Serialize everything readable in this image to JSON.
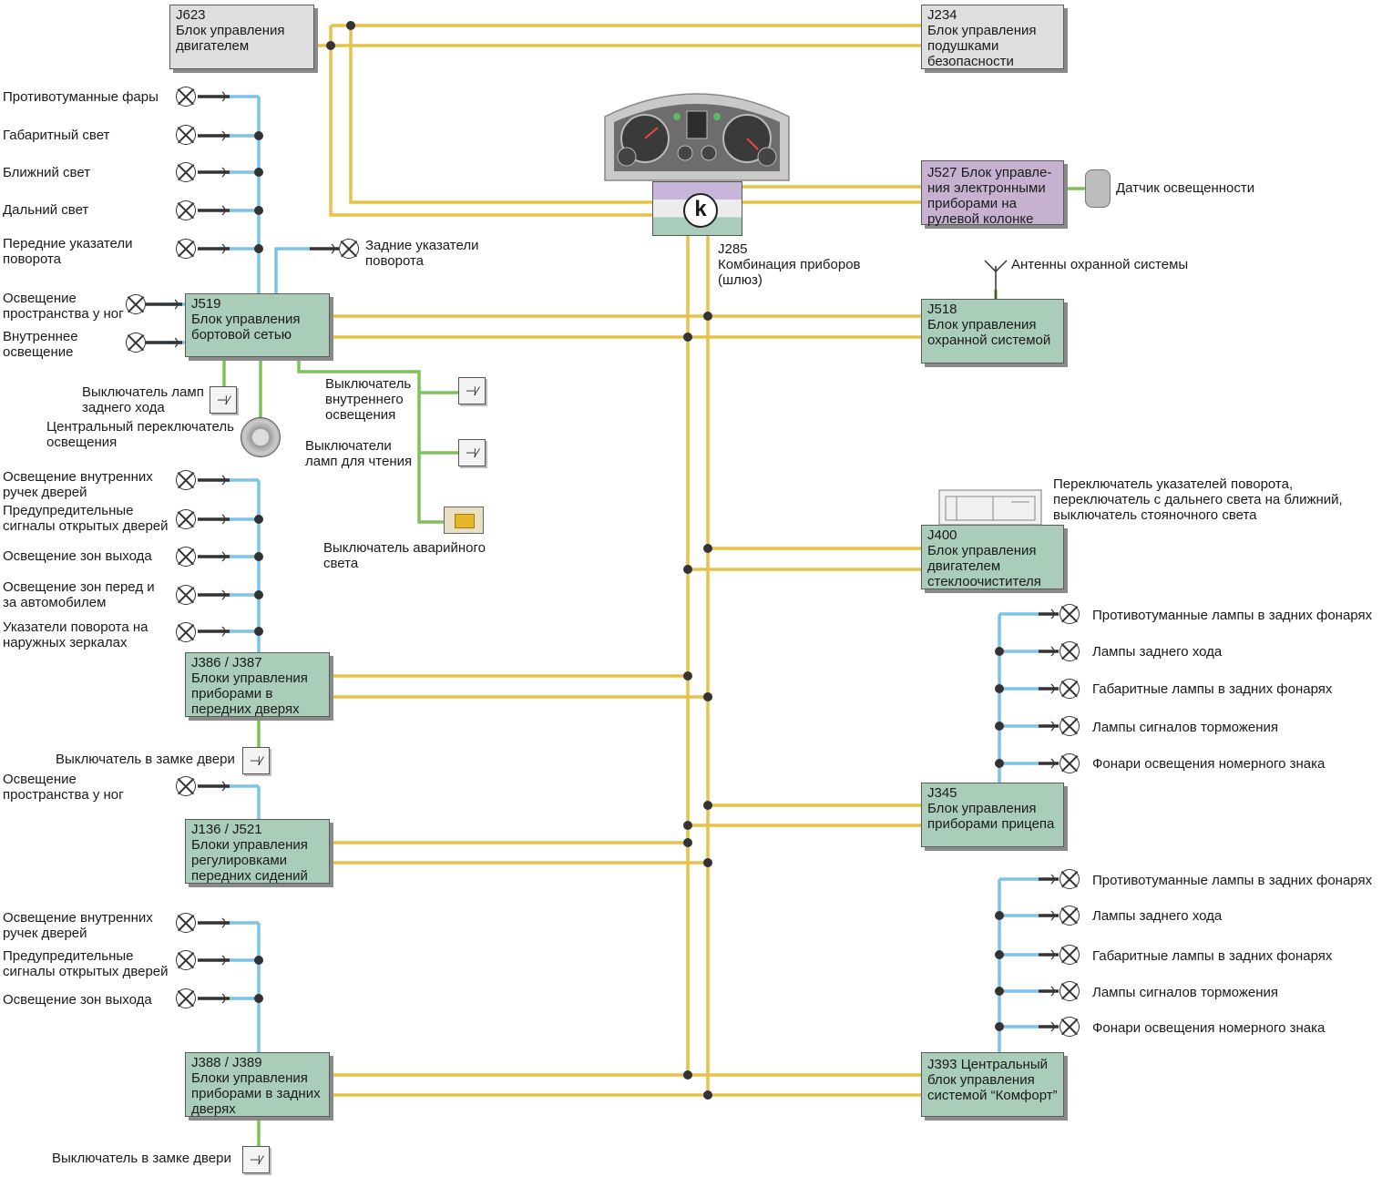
{
  "colors": {
    "can_bus": "#e6c24a",
    "lin_bus": "#7bc3e8",
    "discrete": "#7fc25b",
    "node": "#333333",
    "box_green": "#a9cdb9",
    "box_gray": "#dedede",
    "box_purple": "#c6b1d1"
  },
  "units": {
    "j623": {
      "code": "J623",
      "text": "Блок управления\nдвигателем"
    },
    "j234": {
      "code": "J234",
      "text": "Блок управления\nподушками\nбезопасности"
    },
    "j527": {
      "code": "J527",
      "text": "Блок управле-\nния электронными\nприборами на\nрулевой колонке"
    },
    "j519": {
      "code": "J519",
      "text": "Блок управления\nбортовой сетью"
    },
    "j518": {
      "code": "J518",
      "text": "Блок управления\nохранной системой"
    },
    "j400": {
      "code": "J400",
      "text": "Блок управления\nдвигателем\nстеклоочистителя"
    },
    "j386": {
      "code": "J386 / J387",
      "text": "Блоки управления\nприборами в\nпередних дверях"
    },
    "j136": {
      "code": "J136 / J521",
      "text": "Блоки управления\nрегулировками\nпередних сидений"
    },
    "j345": {
      "code": "J345",
      "text": "Блок управления\nприборами прицепа"
    },
    "j388": {
      "code": "J388 / J389",
      "text": "Блоки управления\nприборами в задних\nдверях"
    },
    "j393": {
      "code": "J393",
      "text": "Центральный\nблок управления\nсистемой “Комфорт”"
    }
  },
  "gateway": {
    "code": "J285",
    "text": "Комбинация приборов\n(шлюз)",
    "icon": "gateway-k-icon"
  },
  "labels": {
    "fog_front": "Противотуманные фары",
    "parking_light": "Габаритный свет",
    "low_beam": "Ближний свет",
    "high_beam": "Дальний свет",
    "front_turn": "Передние указатели\nповорота",
    "rear_turn": "Задние указатели\nповорота",
    "footwell_1": "Освещение\nпространства у ног",
    "interior_light": "Внутреннее\nосвещение",
    "reverse_switch": "Выключатель ламп\nзаднего хода",
    "central_switch": "Центральный переключатель\nосвещения",
    "interior_switch": "Выключатель\nвнутреннего\nосвещения",
    "reading_switches": "Выключатели\nламп для чтения",
    "hazard_switch": "Выключатель аварийного\nсвета",
    "light_sensor": "Датчик освещенности",
    "antennas": "Антенны охранной системы",
    "stalk_switch": "Переключатель указателей поворота,\nпереключатель с дальнего света на ближний,\nвыключатель стояночного света",
    "f_handle_light": "Освещение внутренних\nручек дверей",
    "f_door_warning": "Предупредительные\nсигналы открытых дверей",
    "f_exit_light": "Освещение зон выхода",
    "f_zone_light": "Освещение зон перед и\nза автомобилем",
    "mirror_turn": "Указатели поворота на\nнаружных зеркалах",
    "f_door_lock": "Выключатель в замке двери",
    "footwell_2": "Освещение\nпространства у ног",
    "r_handle_light": "Освещение внутренних\nручек дверей",
    "r_door_warning": "Предупредительные\nсигналы открытых дверей",
    "r_exit_light": "Освещение зон выхода",
    "r_door_lock": "Выключатель в замке двери",
    "t_fog": "Противотуманные лампы в задних фонарях",
    "t_reverse": "Лампы заднего хода",
    "t_parking": "Габаритные лампы в задних фонарях",
    "t_brake": "Лампы сигналов торможения",
    "t_plate": "Фонари освещения номерного знака",
    "c_fog": "Противотуманные лампы в задних фонарях",
    "c_reverse": "Лампы заднего хода",
    "c_parking": "Габаритные лампы в задних фонарях",
    "c_brake": "Лампы сигналов торможения",
    "c_plate": "Фонари освещения номерного знака"
  }
}
